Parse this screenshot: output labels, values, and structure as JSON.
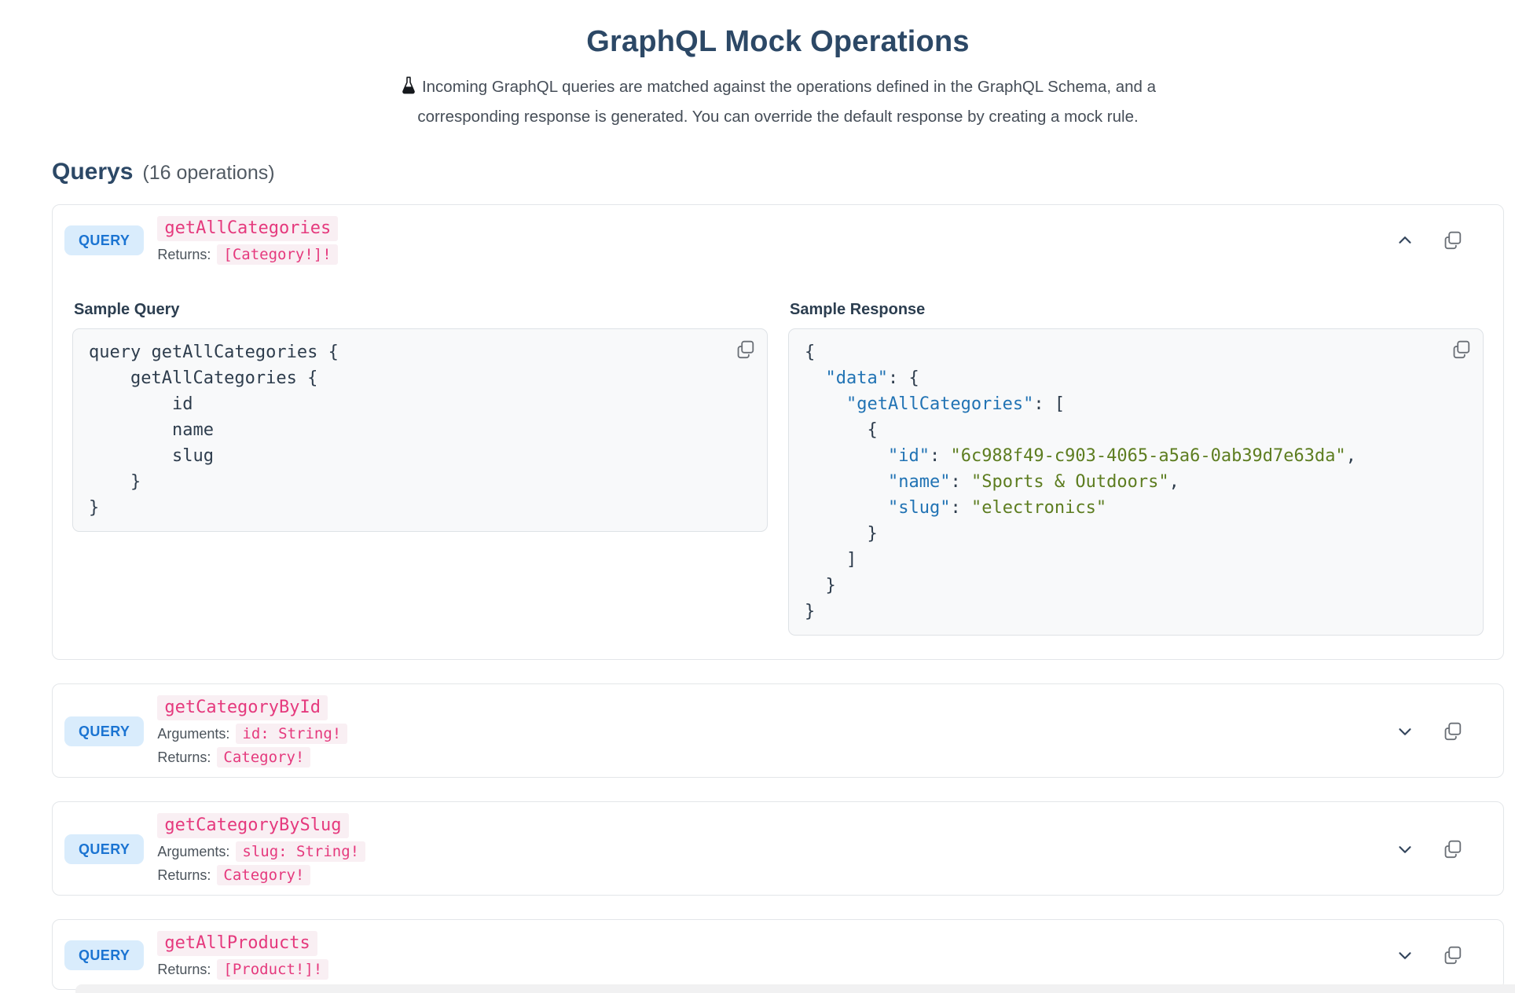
{
  "page": {
    "title": "GraphQL Mock Operations",
    "subtitle": "Incoming GraphQL queries are matched against the operations defined in the GraphQL Schema, and a corresponding response is generated. You can override the default response by creating a mock rule."
  },
  "section": {
    "title": "Querys",
    "count_label": "(16 operations)"
  },
  "labels": {
    "query_badge": "QUERY",
    "arguments": "Arguments:",
    "returns": "Returns:",
    "sample_query": "Sample Query",
    "sample_response": "Sample Response"
  },
  "icons": {
    "flask": "flask-icon",
    "chevron_up": "chevron-up-icon",
    "chevron_down": "chevron-down-icon",
    "copy": "copy-icon"
  },
  "colors": {
    "accent_pink": "#e5397d",
    "accent_pink_bg": "#f9eff3",
    "badge_blue": "#1b74d2",
    "badge_blue_bg": "#d9ecfc",
    "heading_slate": "#2c4866",
    "json_key_blue": "#2173b4",
    "json_string_green": "#5d7d20"
  },
  "operations": [
    {
      "name": "getAllCategories",
      "returns": "[Category!]!",
      "expanded": true,
      "sample_query": [
        "query getAllCategories {",
        "    getAllCategories {",
        "        id",
        "        name",
        "        slug",
        "    }",
        "}"
      ],
      "sample_response": [
        [
          {
            "t": "p",
            "v": "{"
          }
        ],
        [
          {
            "t": "p",
            "v": "  "
          },
          {
            "t": "k",
            "v": "\"data\""
          },
          {
            "t": "p",
            "v": ": {"
          }
        ],
        [
          {
            "t": "p",
            "v": "    "
          },
          {
            "t": "k",
            "v": "\"getAllCategories\""
          },
          {
            "t": "p",
            "v": ": ["
          }
        ],
        [
          {
            "t": "p",
            "v": "      {"
          }
        ],
        [
          {
            "t": "p",
            "v": "        "
          },
          {
            "t": "k",
            "v": "\"id\""
          },
          {
            "t": "p",
            "v": ": "
          },
          {
            "t": "s",
            "v": "\"6c988f49-c903-4065-a5a6-0ab39d7e63da\""
          },
          {
            "t": "p",
            "v": ","
          }
        ],
        [
          {
            "t": "p",
            "v": "        "
          },
          {
            "t": "k",
            "v": "\"name\""
          },
          {
            "t": "p",
            "v": ": "
          },
          {
            "t": "s",
            "v": "\"Sports & Outdoors\""
          },
          {
            "t": "p",
            "v": ","
          }
        ],
        [
          {
            "t": "p",
            "v": "        "
          },
          {
            "t": "k",
            "v": "\"slug\""
          },
          {
            "t": "p",
            "v": ": "
          },
          {
            "t": "s",
            "v": "\"electronics\""
          }
        ],
        [
          {
            "t": "p",
            "v": "      }"
          }
        ],
        [
          {
            "t": "p",
            "v": "    ]"
          }
        ],
        [
          {
            "t": "p",
            "v": "  }"
          }
        ],
        [
          {
            "t": "p",
            "v": "}"
          }
        ]
      ]
    },
    {
      "name": "getCategoryById",
      "arguments": "id: String!",
      "returns": "Category!",
      "expanded": false
    },
    {
      "name": "getCategoryBySlug",
      "arguments": "slug: String!",
      "returns": "Category!",
      "expanded": false
    },
    {
      "name": "getAllProducts",
      "returns": "[Product!]!",
      "expanded": false
    }
  ]
}
